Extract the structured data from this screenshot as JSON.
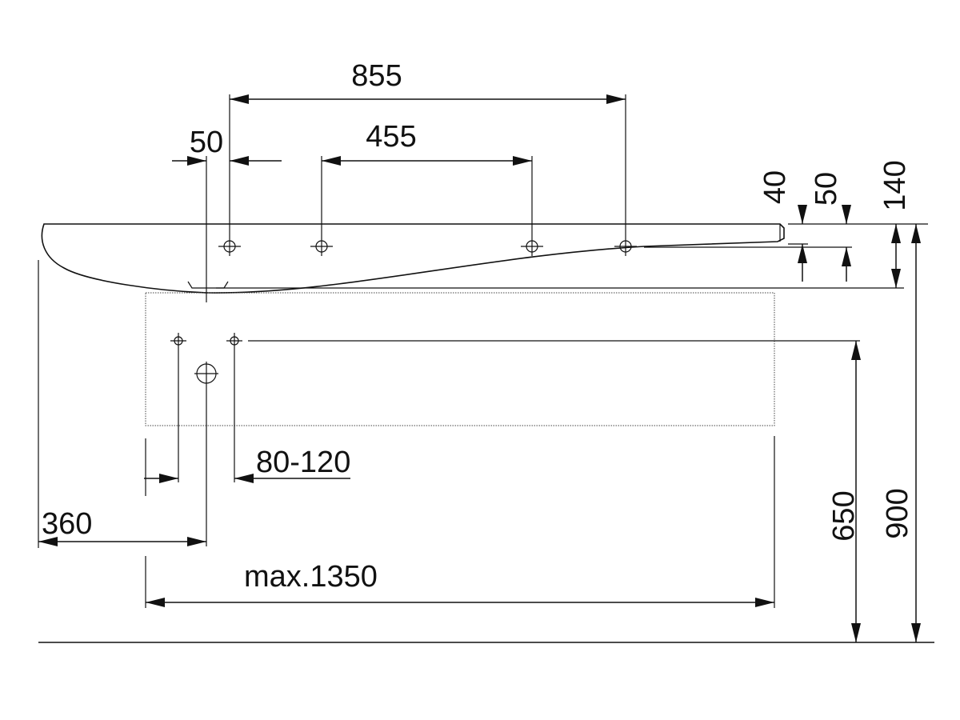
{
  "dimensions": {
    "top_span": "855",
    "inner_span": "455",
    "offset_left": "50",
    "edge_40": "40",
    "edge_50": "50",
    "edge_140": "140",
    "supply_spacing": "80-120",
    "drain_from_edge": "360",
    "max_width": "max.1350",
    "supply_height": "650",
    "rim_height": "900"
  }
}
